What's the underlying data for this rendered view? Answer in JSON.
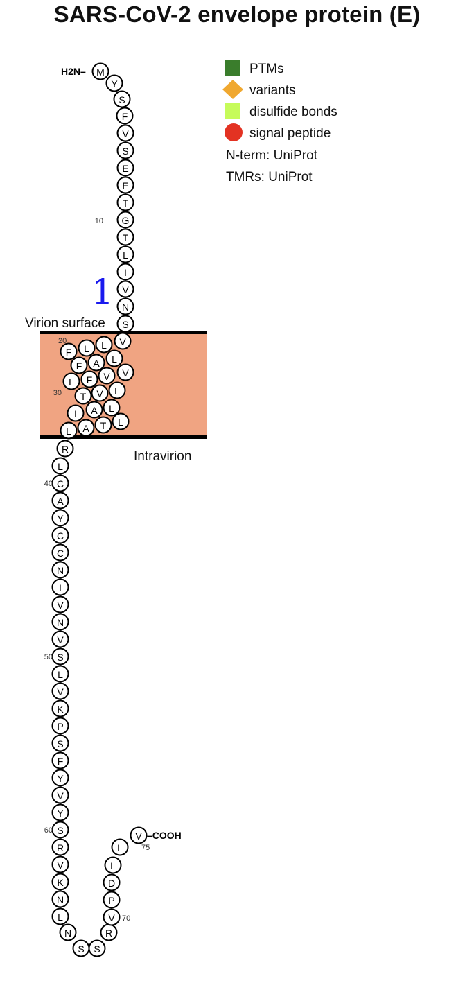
{
  "title": "SARS-CoV-2 envelope protein (E)",
  "sequence": "MYSFVSEETGTLIVNSVLLFLAFVVFLLVTLAILTALRLCAYCCNIVNVSLVKPSFYVYSRVKNLNSSRVPDLLV",
  "termini": {
    "n": "H2N–",
    "c": "–COOH"
  },
  "position_labels": [
    "10",
    "20",
    "30",
    "40",
    "50",
    "60",
    "70",
    "75"
  ],
  "topology": {
    "outside_label": "Virion surface",
    "inside_label": "Intravirion",
    "tm_number": "1"
  },
  "legend": [
    {
      "label": "PTMs",
      "shape": "square",
      "color": "#3a7d2c"
    },
    {
      "label": "variants",
      "shape": "diamond",
      "color": "#f0a830"
    },
    {
      "label": "disulfide bonds",
      "shape": "square",
      "color": "#c6fb5a"
    },
    {
      "label": "signal peptide",
      "shape": "circle",
      "color": "#e33222"
    }
  ],
  "sources": [
    "N-term: UniProt",
    "TMRs: UniProt"
  ],
  "colors": {
    "membrane": "#f0a482",
    "tm_number": "#1a1aee"
  }
}
